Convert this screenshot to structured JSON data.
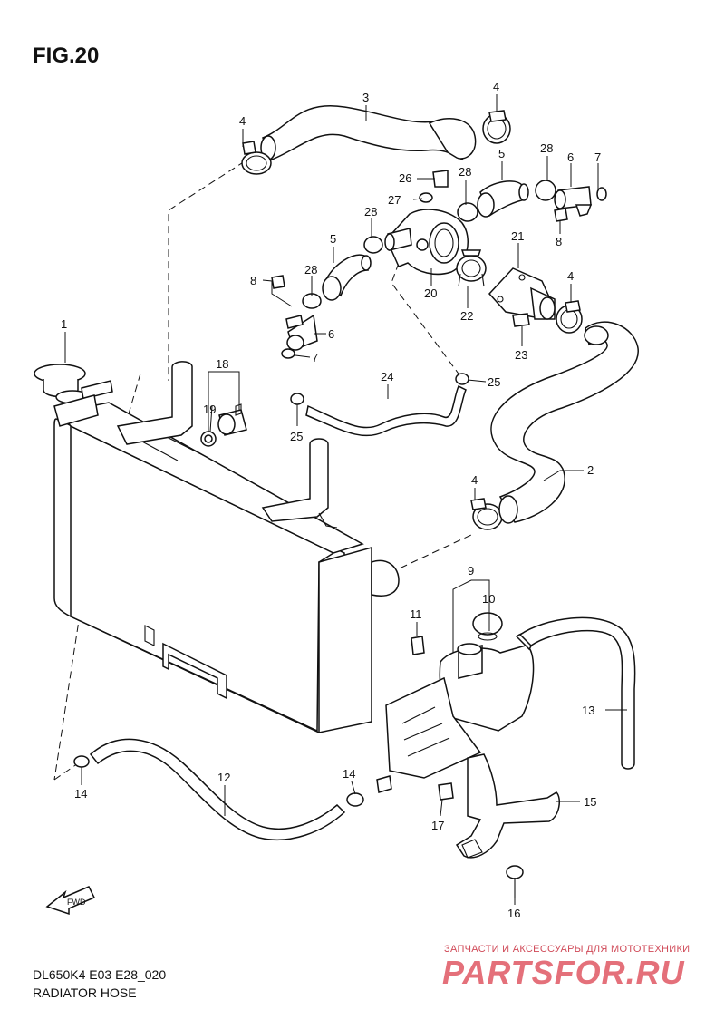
{
  "header": {
    "figure": "FIG.20"
  },
  "footer": {
    "model": "DL650K4 E03 E28_020",
    "section": "RADIATOR HOSE"
  },
  "watermark": {
    "tagline": "ЗАПЧАСТИ И АКСЕССУАРЫ ДЛЯ МОТОТЕХНИКИ",
    "logo": "PARTSFOR.RU",
    "color": "#e4707a"
  },
  "fwd_arrow": {
    "label": "FWD"
  },
  "callouts": [
    {
      "id": "c-1",
      "label": "1"
    },
    {
      "id": "c-2",
      "label": "2"
    },
    {
      "id": "c-3",
      "label": "3"
    },
    {
      "id": "c-4a",
      "label": "4"
    },
    {
      "id": "c-4b",
      "label": "4"
    },
    {
      "id": "c-4c",
      "label": "4"
    },
    {
      "id": "c-4d",
      "label": "4"
    },
    {
      "id": "c-5a",
      "label": "5"
    },
    {
      "id": "c-5b",
      "label": "5"
    },
    {
      "id": "c-6a",
      "label": "6"
    },
    {
      "id": "c-6b",
      "label": "6"
    },
    {
      "id": "c-7a",
      "label": "7"
    },
    {
      "id": "c-7b",
      "label": "7"
    },
    {
      "id": "c-8a",
      "label": "8"
    },
    {
      "id": "c-8b",
      "label": "8"
    },
    {
      "id": "c-9",
      "label": "9"
    },
    {
      "id": "c-10",
      "label": "10"
    },
    {
      "id": "c-11",
      "label": "11"
    },
    {
      "id": "c-12",
      "label": "12"
    },
    {
      "id": "c-13",
      "label": "13"
    },
    {
      "id": "c-14a",
      "label": "14"
    },
    {
      "id": "c-14b",
      "label": "14"
    },
    {
      "id": "c-15",
      "label": "15"
    },
    {
      "id": "c-16",
      "label": "16"
    },
    {
      "id": "c-17",
      "label": "17"
    },
    {
      "id": "c-18",
      "label": "18"
    },
    {
      "id": "c-19",
      "label": "19"
    },
    {
      "id": "c-20",
      "label": "20"
    },
    {
      "id": "c-21",
      "label": "21"
    },
    {
      "id": "c-22",
      "label": "22"
    },
    {
      "id": "c-23",
      "label": "23"
    },
    {
      "id": "c-24",
      "label": "24"
    },
    {
      "id": "c-25a",
      "label": "25"
    },
    {
      "id": "c-25b",
      "label": "25"
    },
    {
      "id": "c-26",
      "label": "26"
    },
    {
      "id": "c-27",
      "label": "27"
    },
    {
      "id": "c-28a",
      "label": "28"
    },
    {
      "id": "c-28b",
      "label": "28"
    },
    {
      "id": "c-28c",
      "label": "28"
    },
    {
      "id": "c-28d",
      "label": "28"
    }
  ]
}
